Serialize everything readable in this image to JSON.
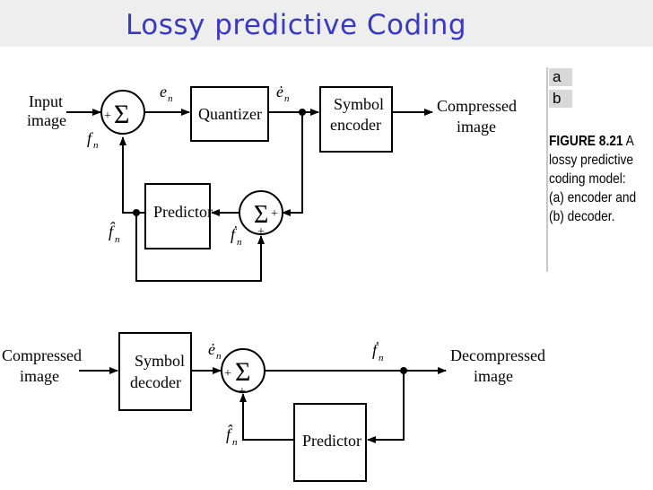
{
  "slide": {
    "title": "Lossy predictive Coding"
  },
  "encoder": {
    "input_label_1": "Input",
    "input_label_2": "image",
    "sum_symbol": "Σ",
    "plus": "+",
    "minus": "−",
    "quantizer": "Quantizer",
    "symbol_encoder_1": "Symbol",
    "symbol_encoder_2": "encoder",
    "output_label_1": "Compressed",
    "output_label_2": "image",
    "predictor": "Predictor",
    "e_n": "e",
    "e_dot_n": "ė",
    "f_n": "f",
    "f_hat_n": "f̂",
    "f_dot_n": "ḟ",
    "subscript_n": "n"
  },
  "decoder": {
    "input_label_1": "Compressed",
    "input_label_2": "image",
    "symbol_decoder_1": "Symbol",
    "symbol_decoder_2": "decoder",
    "sum_symbol": "Σ",
    "plus": "+",
    "predictor": "Predictor",
    "output_label_1": "Decompressed",
    "output_label_2": "image"
  },
  "sidebar": {
    "cell_a": "a",
    "cell_b": "b",
    "caption_head": "FIGURE 8.21",
    "caption_a": "A",
    "caption_lines": [
      "lossy predictive",
      "coding model:",
      "(a) encoder and",
      "(b) decoder."
    ]
  }
}
